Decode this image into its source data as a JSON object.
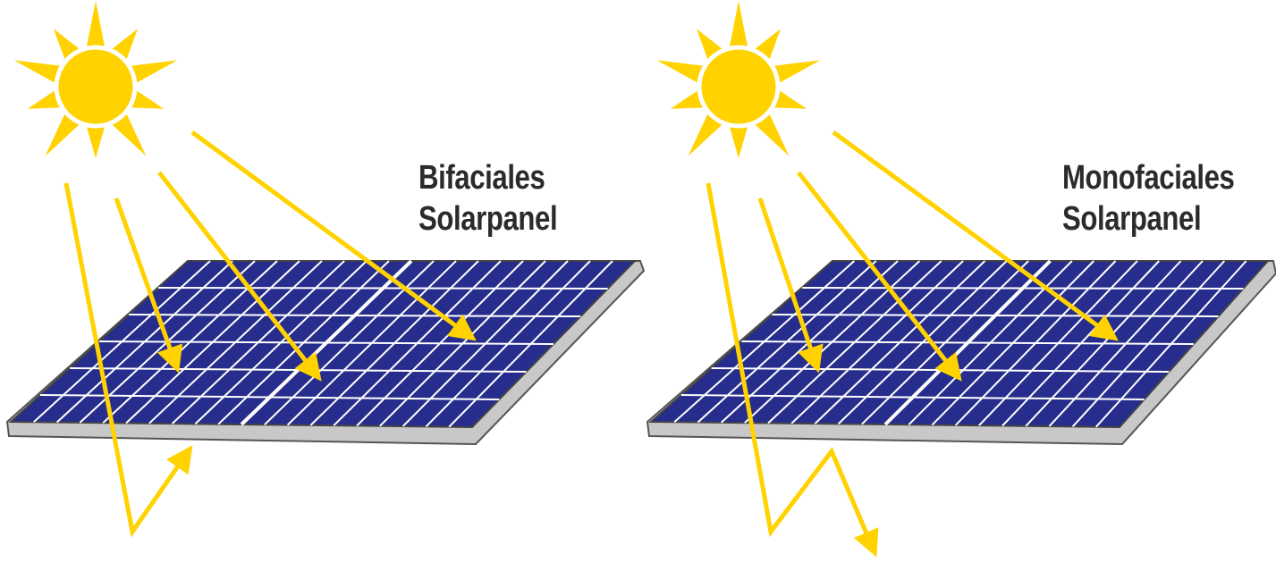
{
  "panels": [
    {
      "title_line1": "Bifaciales",
      "title_line2": "Solarpanel"
    },
    {
      "title_line1": "Monofaciales",
      "title_line2": "Solarpanel"
    }
  ],
  "colors": {
    "sun": "#ffd200",
    "ray": "#ffd200",
    "cell": "#262d8c",
    "grid": "#ffffff",
    "frame": "#c8c8c8",
    "text": "#2b2b2b"
  }
}
